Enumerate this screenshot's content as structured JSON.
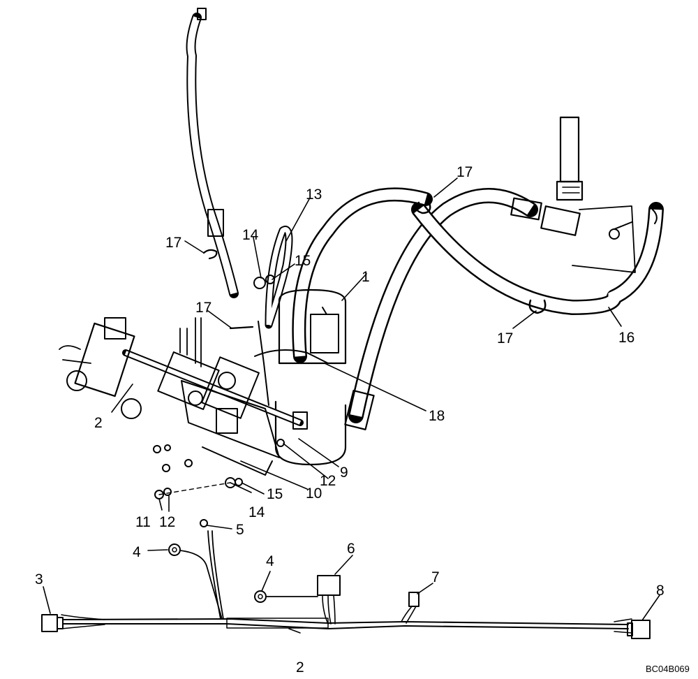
{
  "figure": {
    "code": "BC04B069",
    "callouts": [
      {
        "id": "c1",
        "text": "1"
      },
      {
        "id": "c2a",
        "text": "2"
      },
      {
        "id": "c2b",
        "text": "2"
      },
      {
        "id": "c3",
        "text": "3"
      },
      {
        "id": "c4a",
        "text": "4"
      },
      {
        "id": "c4b",
        "text": "4"
      },
      {
        "id": "c5",
        "text": "5"
      },
      {
        "id": "c6",
        "text": "6"
      },
      {
        "id": "c7",
        "text": "7"
      },
      {
        "id": "c8",
        "text": "8"
      },
      {
        "id": "c9",
        "text": "9"
      },
      {
        "id": "c10",
        "text": "10"
      },
      {
        "id": "c11",
        "text": "11"
      },
      {
        "id": "c12a",
        "text": "12"
      },
      {
        "id": "c12b",
        "text": "12"
      },
      {
        "id": "c13",
        "text": "13"
      },
      {
        "id": "c14a",
        "text": "14"
      },
      {
        "id": "c14b",
        "text": "14"
      },
      {
        "id": "c15a",
        "text": "15"
      },
      {
        "id": "c15b",
        "text": "15"
      },
      {
        "id": "c16",
        "text": "16"
      },
      {
        "id": "c17a",
        "text": "17"
      },
      {
        "id": "c17b",
        "text": "17"
      },
      {
        "id": "c17c",
        "text": "17"
      },
      {
        "id": "c17d",
        "text": "17"
      },
      {
        "id": "c18",
        "text": "18"
      }
    ]
  }
}
